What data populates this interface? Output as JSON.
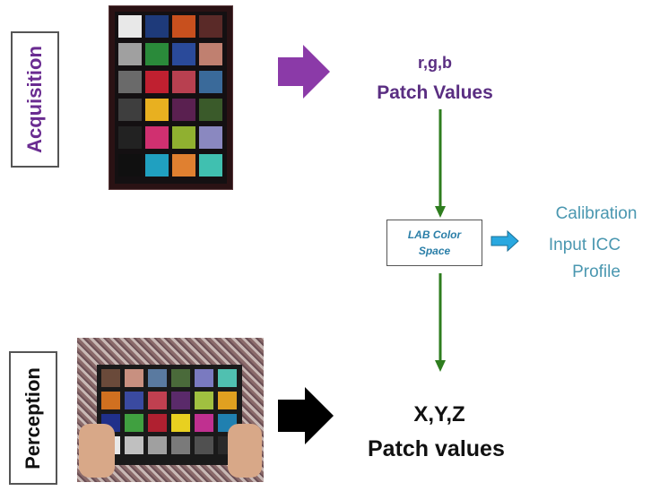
{
  "acquisition": {
    "label": "Acquisition"
  },
  "perception": {
    "label": "Perception"
  },
  "rgb": {
    "line1": "r,g,b",
    "line2": "Patch Values"
  },
  "lab": {
    "line1": "LAB Color",
    "line2": "Space"
  },
  "calibration": {
    "line1": "Calibration",
    "line2": "Input ICC",
    "line3": "Profile"
  },
  "xyz": {
    "line1": "X,Y,Z",
    "line2": "Patch values"
  },
  "colors": {
    "acquisition_text": "#6a2c91",
    "purple_arrow": "#8b3aa8",
    "green_arrow": "#2e7d1e",
    "blue_arrow": "#29a8e0",
    "calibration_text": "#4a97b0",
    "black_arrow": "#000000"
  },
  "acquisition_chart_patches": [
    [
      "#e8e8e8",
      "#1e3a7a",
      "#c8501e",
      "#5a2a28"
    ],
    [
      "#a0a0a0",
      "#2a8a3a",
      "#2a4a9a",
      "#c08070"
    ],
    [
      "#6a6a6a",
      "#c02030",
      "#b84050",
      "#3a6a9a"
    ],
    [
      "#3e3e3e",
      "#e8b020",
      "#5a2050",
      "#3a5a2a"
    ],
    [
      "#222222",
      "#d03070",
      "#90b030",
      "#8a88c0"
    ],
    [
      "#101010",
      "#20a0c0",
      "#e08030",
      "#40c0b0"
    ]
  ],
  "perception_chart_patches": [
    [
      "#6a4a3a",
      "#c89080",
      "#5a7aa0",
      "#4a6a3a",
      "#7a7ac0",
      "#50c0b0"
    ],
    [
      "#d07020",
      "#3a4aa0",
      "#c04050",
      "#5a2a6a",
      "#a0c040",
      "#e0a020"
    ],
    [
      "#20308a",
      "#40a040",
      "#b02030",
      "#e8d020",
      "#c03090",
      "#2080b0"
    ],
    [
      "#e8e8e8",
      "#c0c0c0",
      "#a0a0a0",
      "#7a7a7a",
      "#505050",
      "#2a2a2a"
    ]
  ]
}
